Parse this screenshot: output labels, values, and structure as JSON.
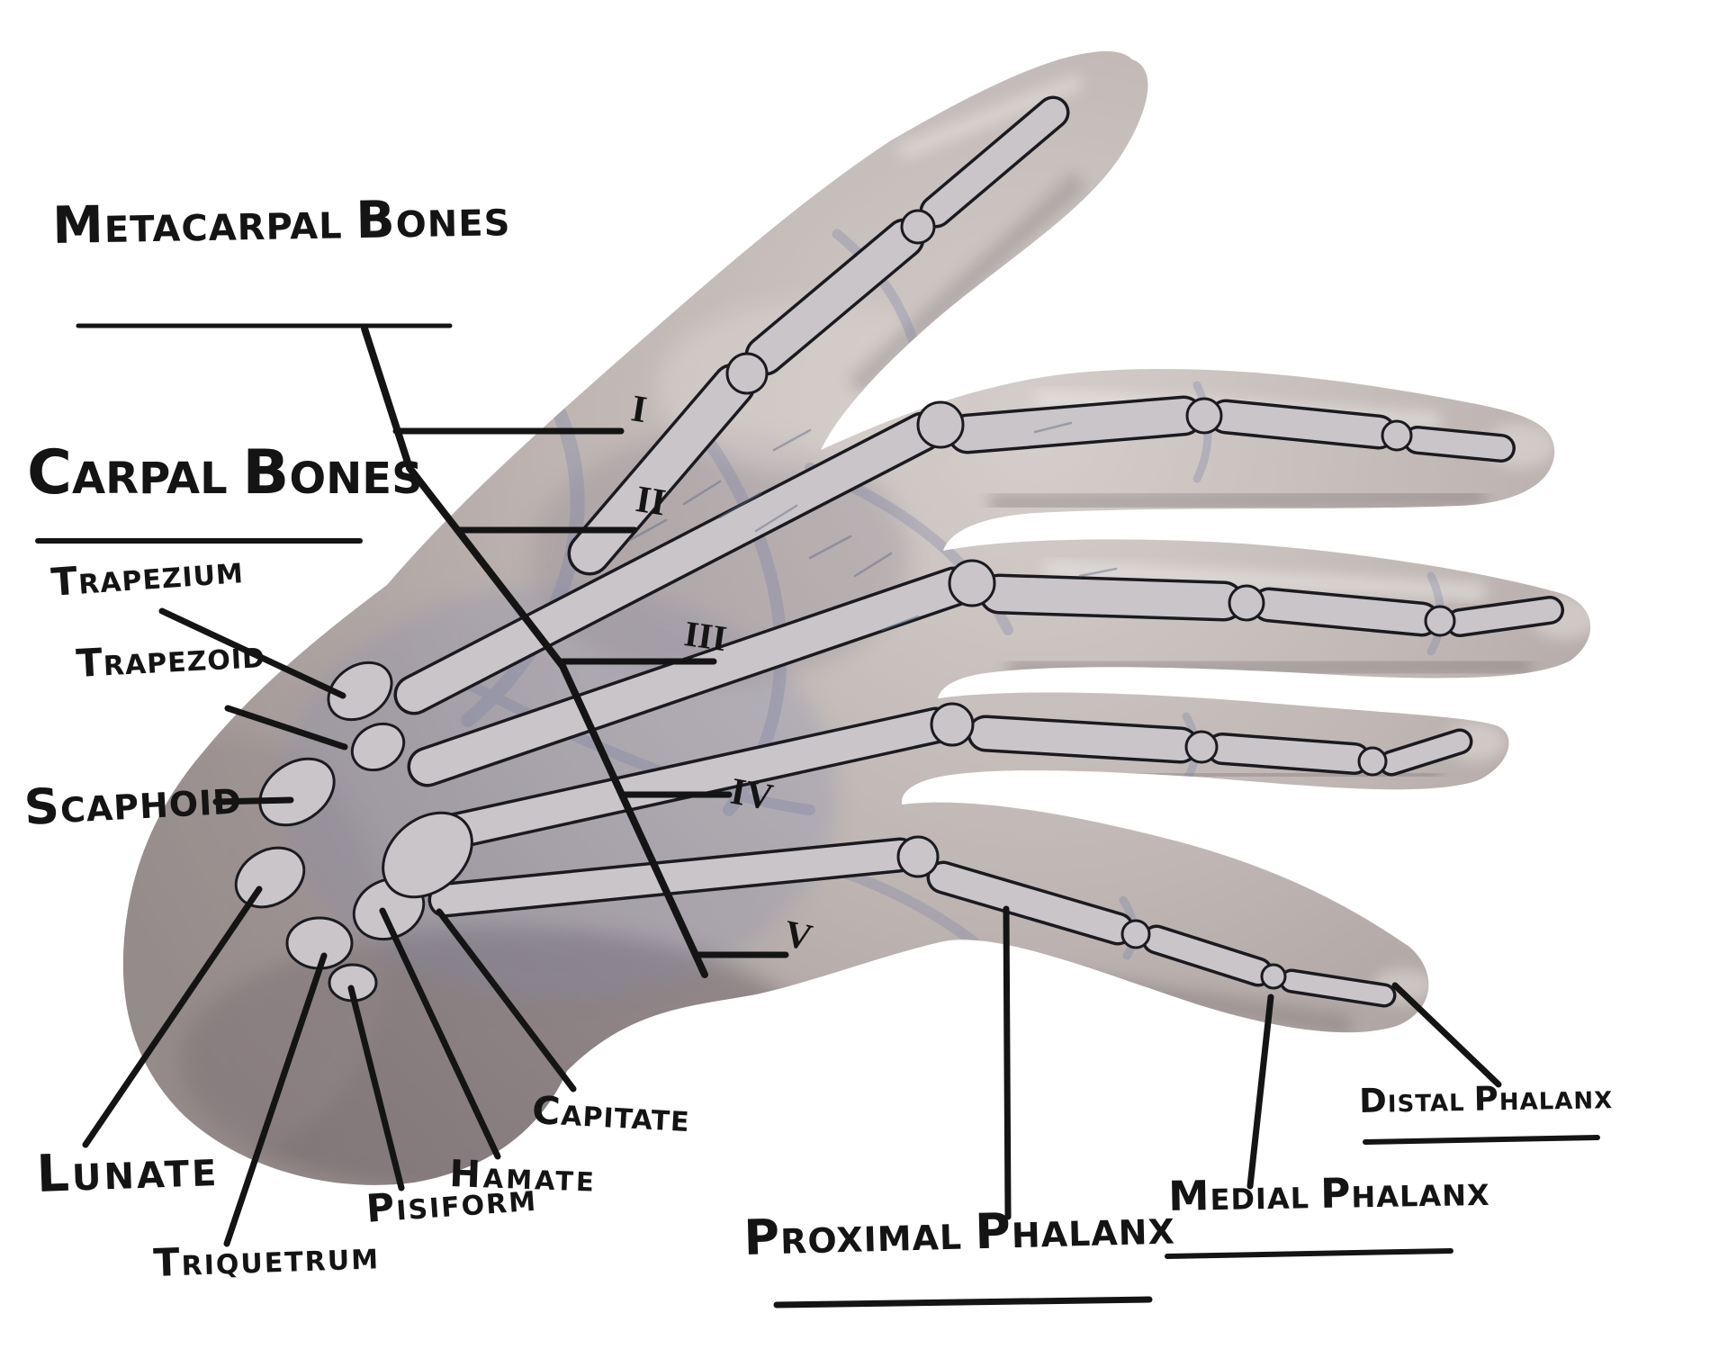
{
  "diagram": {
    "background": "#ffffff",
    "ink": "#141414",
    "flesh_light": "#d5cecb",
    "flesh_mid": "#bfb6b3",
    "flesh_dark": "#968c8b",
    "bone_fill": "#cac5c9",
    "bone_outline": "#1a1a20",
    "vein": "#767ea6"
  },
  "labels": {
    "metacarpal_bones": "METACARPAL BONES",
    "carpal_bones": "CARPAL BONES",
    "trapezium": "TRAPEZIUM",
    "trapezoid": "TRAPEZOID",
    "scaphoid": "SCAPHOID",
    "lunate": "LUNATE",
    "triquetrum": "TRIQUETRUM",
    "pisiform": "PISIFORM",
    "hamate": "HAMATE",
    "capitate": "CAPITATE",
    "proximal_phalanx": "PROXIMAL PHALANX",
    "medial_phalanx": "MEDIAL PHALANX",
    "distal_phalanx": "DISTAL PHALANX"
  },
  "metacarpal_numerals": [
    "I",
    "II",
    "III",
    "IV",
    "V"
  ]
}
